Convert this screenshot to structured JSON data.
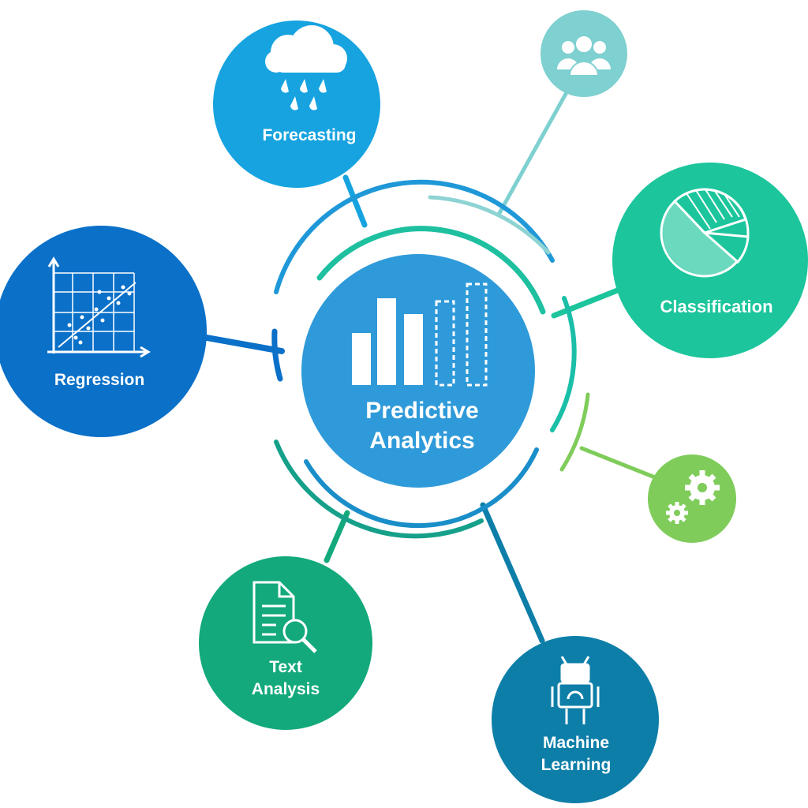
{
  "center": {
    "line1": "Predictive",
    "line2": "Analytics",
    "color": "#2f9ad9",
    "icon": "bar-chart-icon"
  },
  "nodes": {
    "forecasting": {
      "label": "Forecasting",
      "color": "#16a3e0",
      "icon": "rain-cloud-icon"
    },
    "people": {
      "label": "",
      "color": "#7fd0d0",
      "icon": "people-group-icon"
    },
    "classification": {
      "label": "Classification",
      "color": "#1cc59c",
      "icon": "pie-chart-icon"
    },
    "gears": {
      "label": "",
      "color": "#7fcc5a",
      "icon": "gears-icon"
    },
    "machine_learning": {
      "line1": "Machine",
      "line2": "Learning",
      "color": "#0d7ea8",
      "icon": "robot-icon"
    },
    "text_analysis": {
      "line1": "Text",
      "line2": "Analysis",
      "color": "#13a97c",
      "icon": "document-search-icon"
    },
    "regression": {
      "label": "Regression",
      "color": "#0a70c8",
      "icon": "scatter-plot-icon"
    }
  }
}
